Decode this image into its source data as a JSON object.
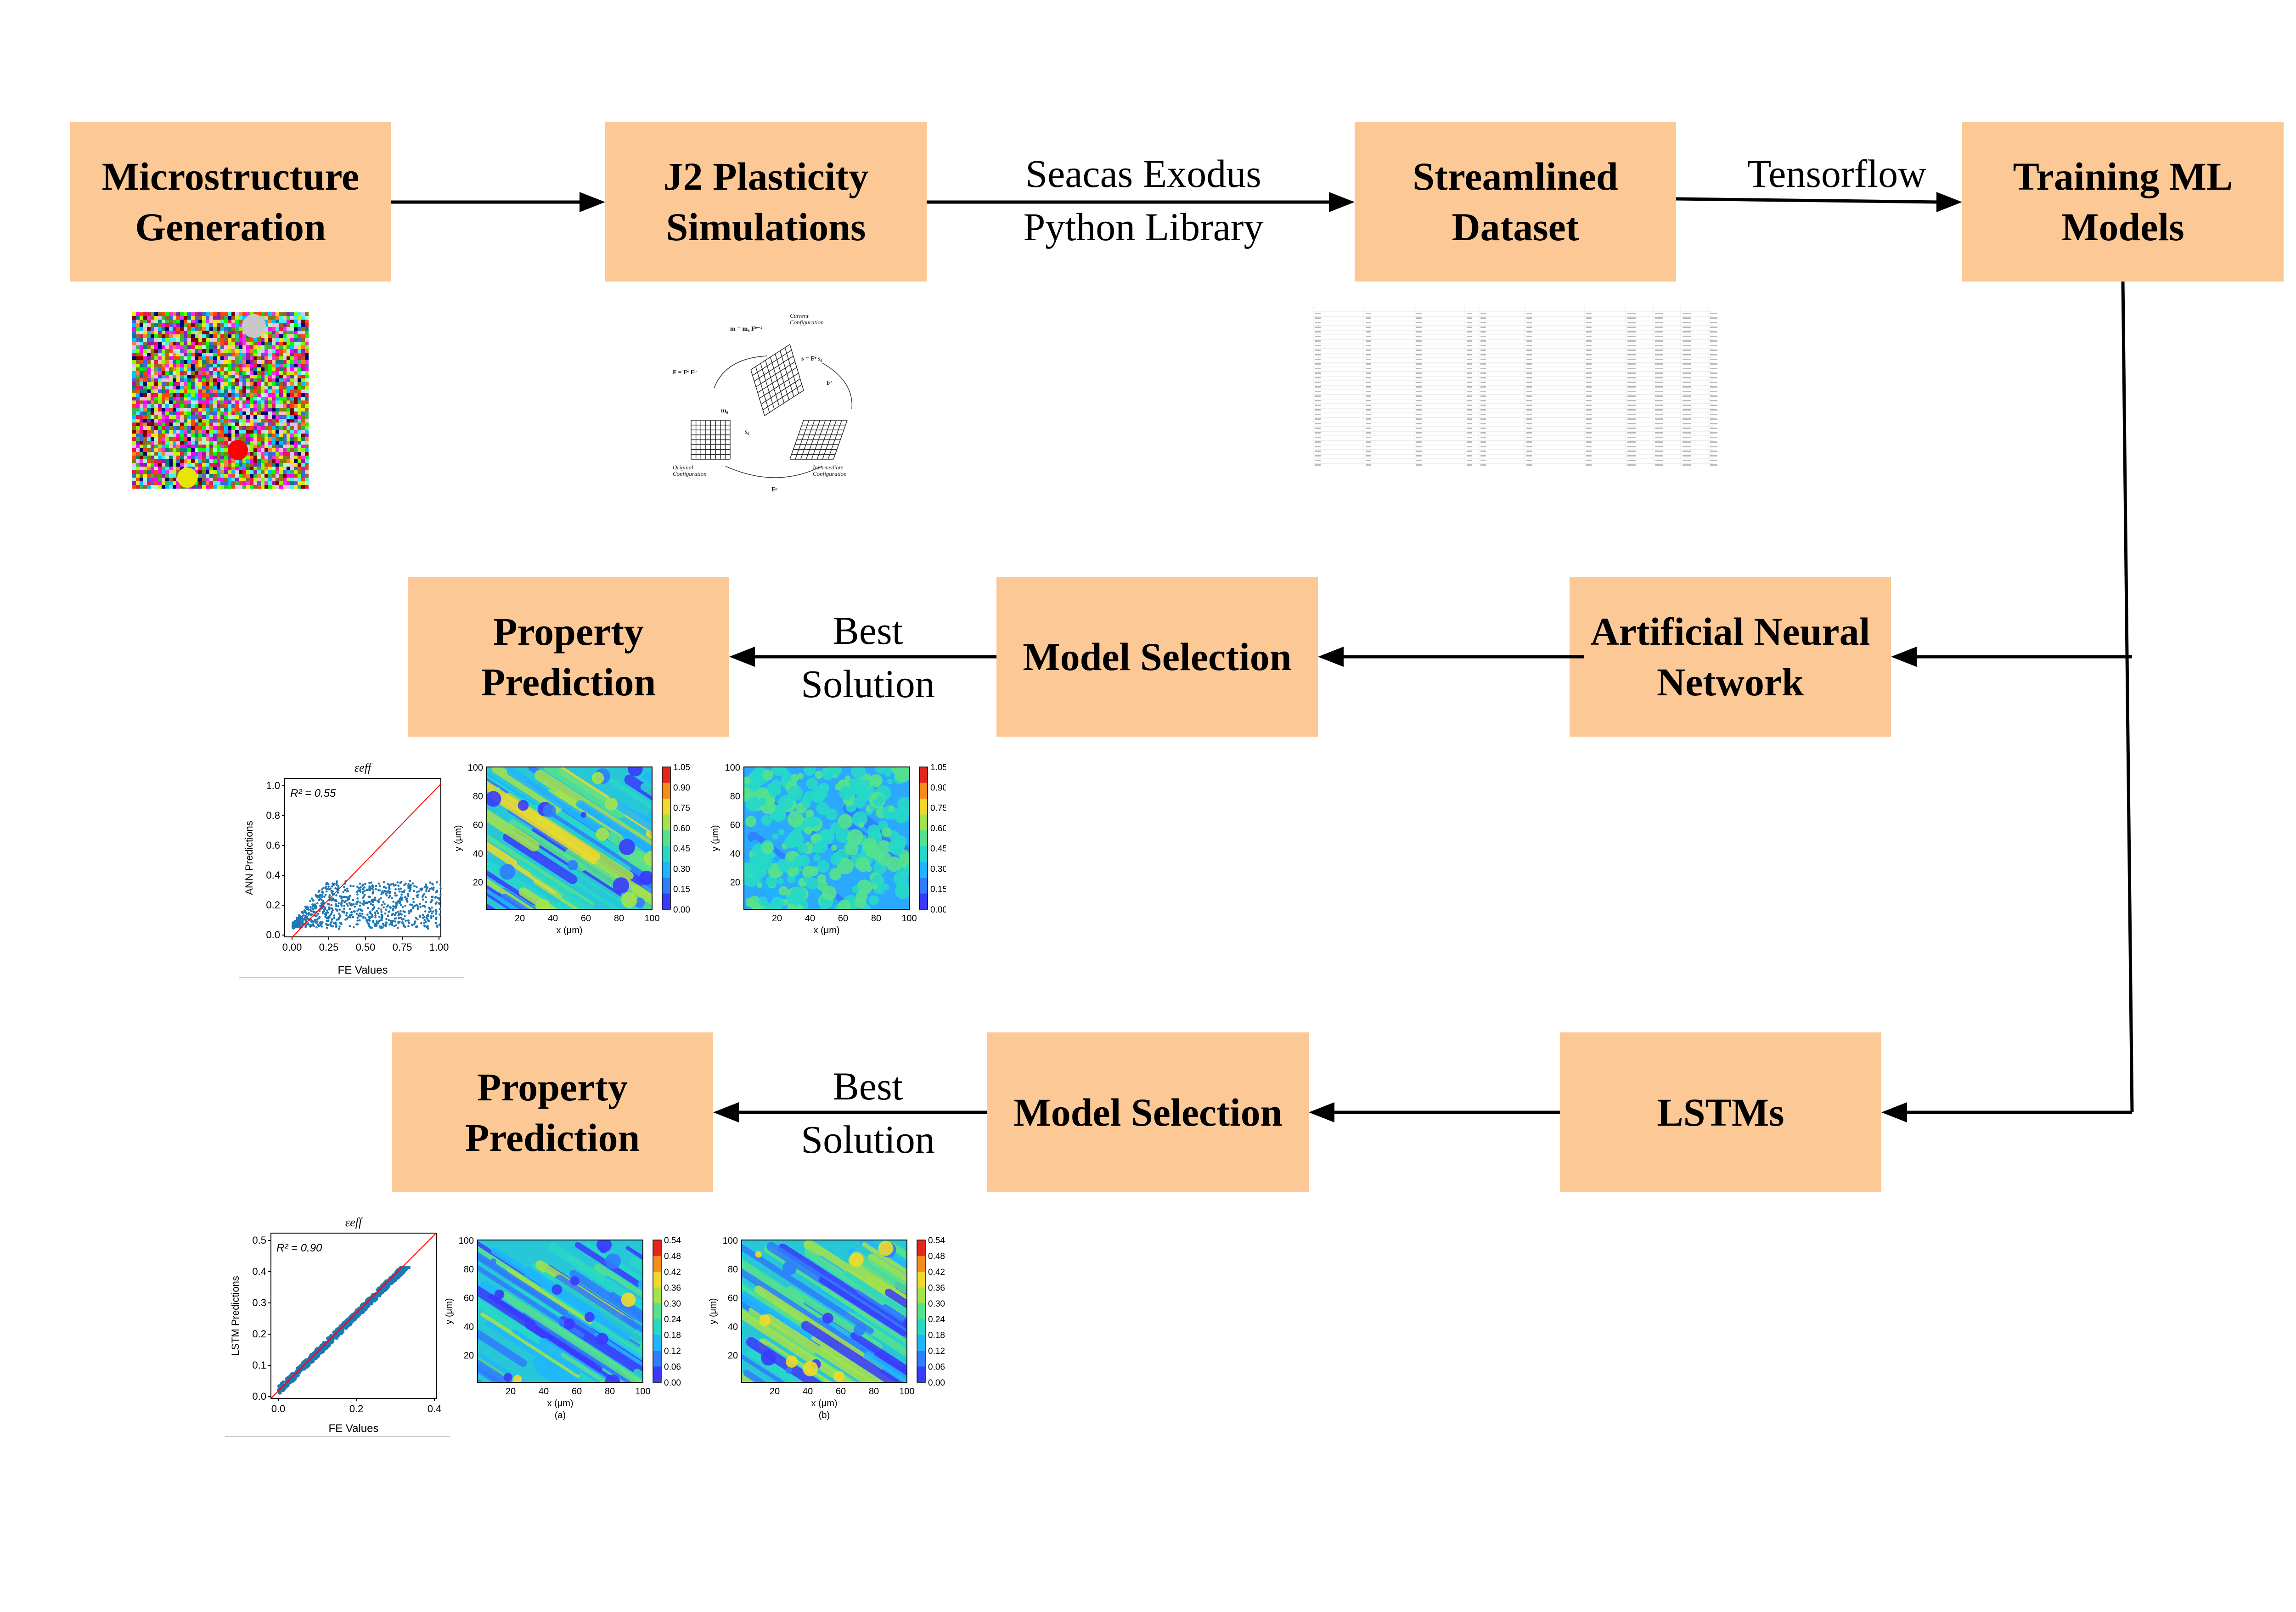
{
  "nodes": {
    "microstructure": {
      "line1": "Microstructure",
      "line2": "Generation"
    },
    "j2": {
      "line1": "J2 Plasticity",
      "line2": "Simulations"
    },
    "streamlined": {
      "line1": "Streamlined",
      "line2": "Dataset"
    },
    "training": {
      "line1": "Training ML",
      "line2": "Models"
    },
    "ann": {
      "line1": "Artificial Neural",
      "line2": "Network"
    },
    "model_sel_1": {
      "label": "Model Selection"
    },
    "prop_pred_1": {
      "line1": "Property",
      "line2": "Prediction"
    },
    "lstm": {
      "label": "LSTMs"
    },
    "model_sel_2": {
      "label": "Model Selection"
    },
    "prop_pred_2": {
      "line1": "Property",
      "line2": "Prediction"
    }
  },
  "edge_labels": {
    "seacas": {
      "line1": "Seacas Exodus",
      "line2": "Python Library"
    },
    "tensorflow": "Tensorflow",
    "best1": {
      "line1": "Best",
      "line2": "Solution"
    },
    "best2": {
      "line1": "Best",
      "line2": "Solution"
    }
  },
  "kinematics": {
    "current": [
      "Current",
      "Configuration"
    ],
    "intermediate": [
      "Intermediate",
      "Configuration"
    ],
    "original": [
      "Original",
      "Configuration"
    ],
    "eq_top": "m = m₀ Fᵉ⁻¹",
    "eq_left": "F = Fᵉ Fᵖ",
    "eq_right": "s = Fᵉ s₀",
    "fe": "Fᵉ",
    "fp": "Fᵖ",
    "m0": "m₀",
    "s0": "s₀"
  },
  "ann_results": {
    "title": "εeff",
    "r2": "R² = 0.55",
    "ylabel": "ANN Predictions",
    "xlabel": "FE Values",
    "yticks": [
      "1.0",
      "0.8",
      "0.6",
      "0.4",
      "0.2",
      "0.0"
    ],
    "xticks": [
      "0.00",
      "0.25",
      "0.50",
      "0.75",
      "1.00"
    ],
    "map_xlabel": "x (μm)",
    "map_ylabel": "y (μm)",
    "map_yticks": [
      "100",
      "80",
      "60",
      "40",
      "20"
    ],
    "map_xticks": [
      "20",
      "40",
      "60",
      "80",
      "100"
    ],
    "cbar_ticks": [
      "1.05",
      "0.90",
      "0.75",
      "0.60",
      "0.45",
      "0.30",
      "0.15",
      "0.00"
    ]
  },
  "lstm_results": {
    "title": "εeff",
    "r2": "R² = 0.90",
    "ylabel": "LSTM Predictions",
    "xlabel": "FE Values",
    "yticks": [
      "0.5",
      "0.4",
      "0.3",
      "0.2",
      "0.1",
      "0.0"
    ],
    "xticks": [
      "0.0",
      "0.2",
      "0.4"
    ],
    "map_xlabel": "x (μm)",
    "map_ylabel": "y (μm)",
    "map_yticks": [
      "100",
      "80",
      "60",
      "40",
      "20"
    ],
    "map_xticks": [
      "20",
      "40",
      "60",
      "80",
      "100"
    ],
    "cbar_ticks": [
      "0.54",
      "0.48",
      "0.42",
      "0.36",
      "0.30",
      "0.24",
      "0.18",
      "0.12",
      "0.06",
      "0.00"
    ],
    "caption_a": "(a)",
    "caption_b": "(b)"
  },
  "colors": {
    "box": "#fcc895",
    "arrow": "#000000",
    "scatter": "#1f77b4",
    "fit_line": "#ff0000"
  }
}
